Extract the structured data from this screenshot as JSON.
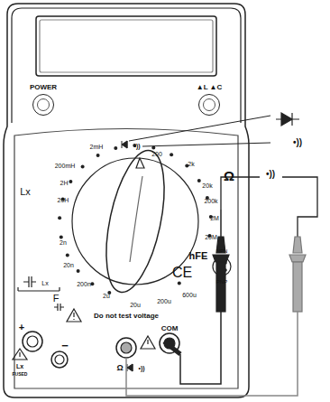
{
  "diagram": {
    "nodes": [
      {
        "text": [
          "POWER"
        ]
      },
      {
        "text": [
          "▲L ▲C"
        ]
      }
    ],
    "labels": [
      "2mH",
      "•))",
      "200",
      "2k",
      "Ω",
      "20k",
      "200k",
      "2M",
      "20M",
      "hFE",
      "NPN",
      "PNP",
      "600u",
      "200u",
      "20u",
      "2u",
      "200n",
      "20n",
      "2n",
      "20H",
      "2H",
      "200mH",
      "Lx",
      "Lx",
      "F",
      "CE",
      "Do not test voltage",
      "+",
      "−",
      "Lx",
      "FUSED",
      "COM",
      "Ω",
      "•))",
      "•))",
      "•))"
    ]
  }
}
